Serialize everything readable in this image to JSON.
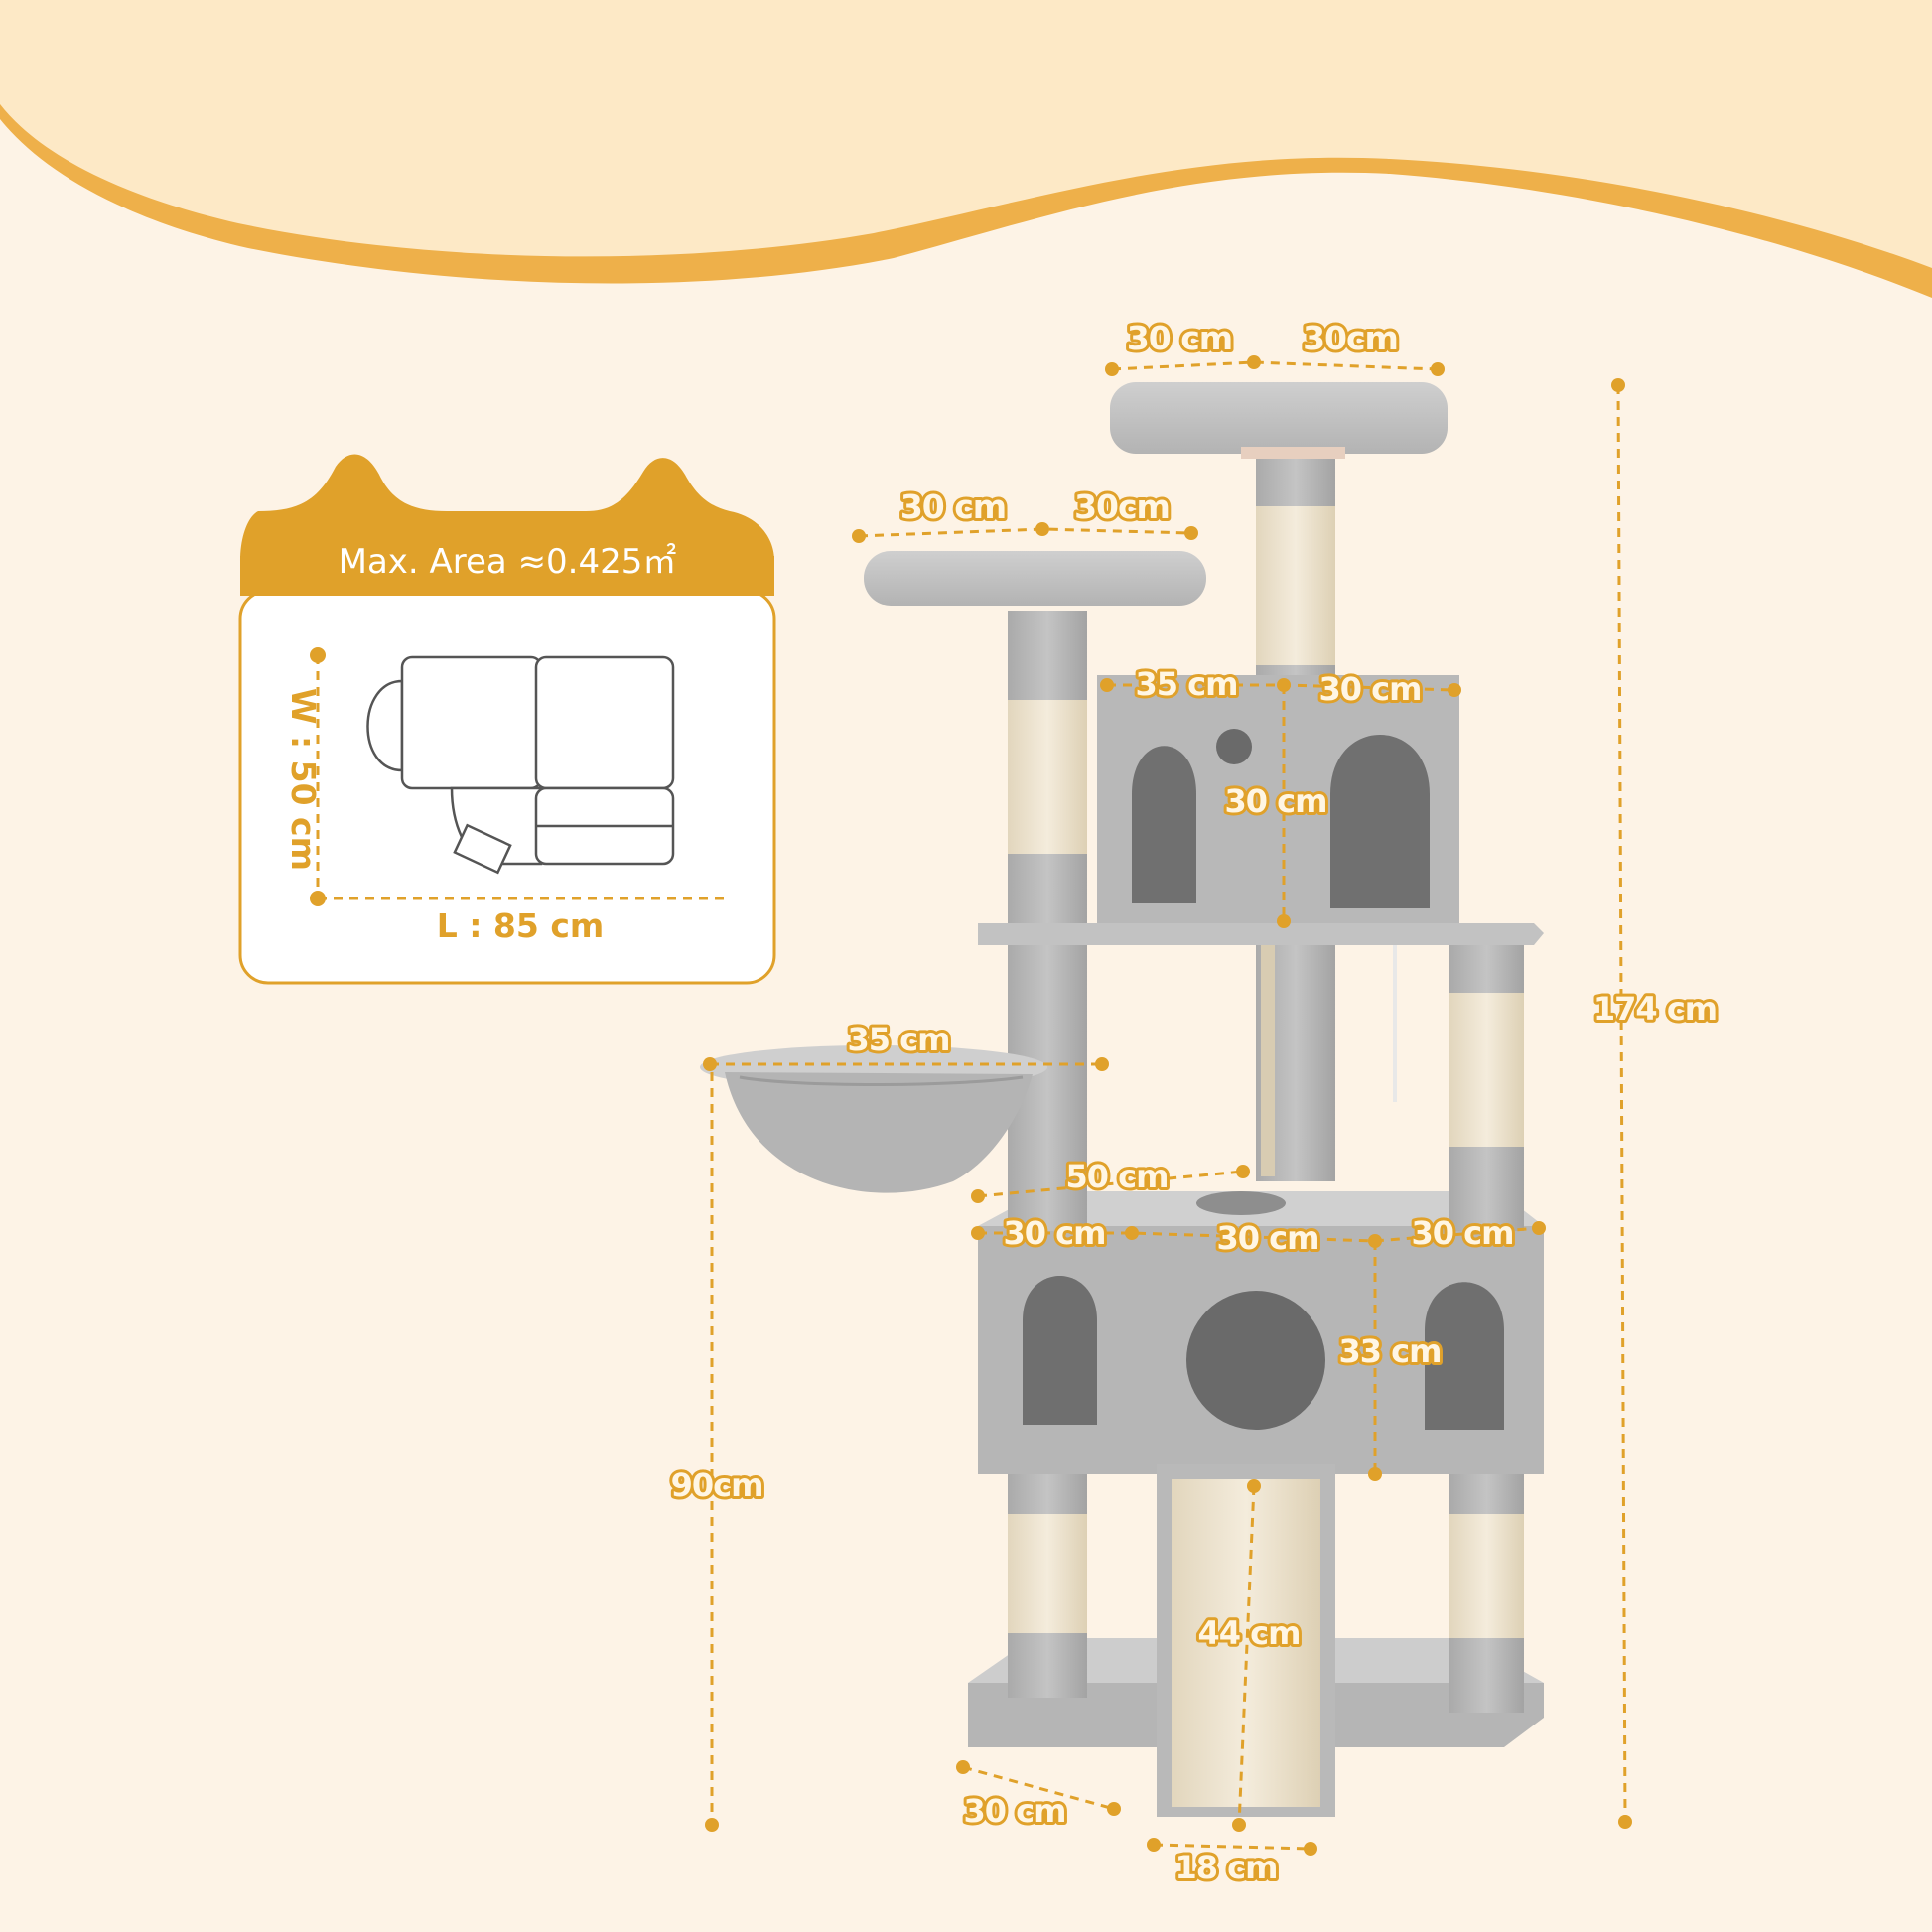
{
  "colors": {
    "background": "#fdf3e6",
    "accent": "#e0a12a",
    "wave_light": "#fde9c6",
    "plush_gray": "#bdbdbd",
    "sisal": "#efe6d2"
  },
  "area_card": {
    "title": "Max. Area ≈0.425㎡",
    "width_label": "W : 50 cm",
    "length_label": "L : 85 cm"
  },
  "dimensions": {
    "top_perch_left": "30 cm",
    "top_perch_right": "30cm",
    "mid_perch_left": "30 cm",
    "mid_perch_right": "30cm",
    "condo_top_width": "35 cm",
    "condo_top_depth": "30 cm",
    "condo_top_height": "30 cm",
    "basket": "35 cm",
    "overall_height": "174 cm",
    "lower_top": "50 cm",
    "lower_left": "30 cm",
    "lower_mid": "30 cm",
    "lower_right": "30 cm",
    "lower_height": "33 cm",
    "basket_height": "90cm",
    "ramp_length": "44 cm",
    "base_depth": "30 cm",
    "ramp_width": "18 cm"
  }
}
